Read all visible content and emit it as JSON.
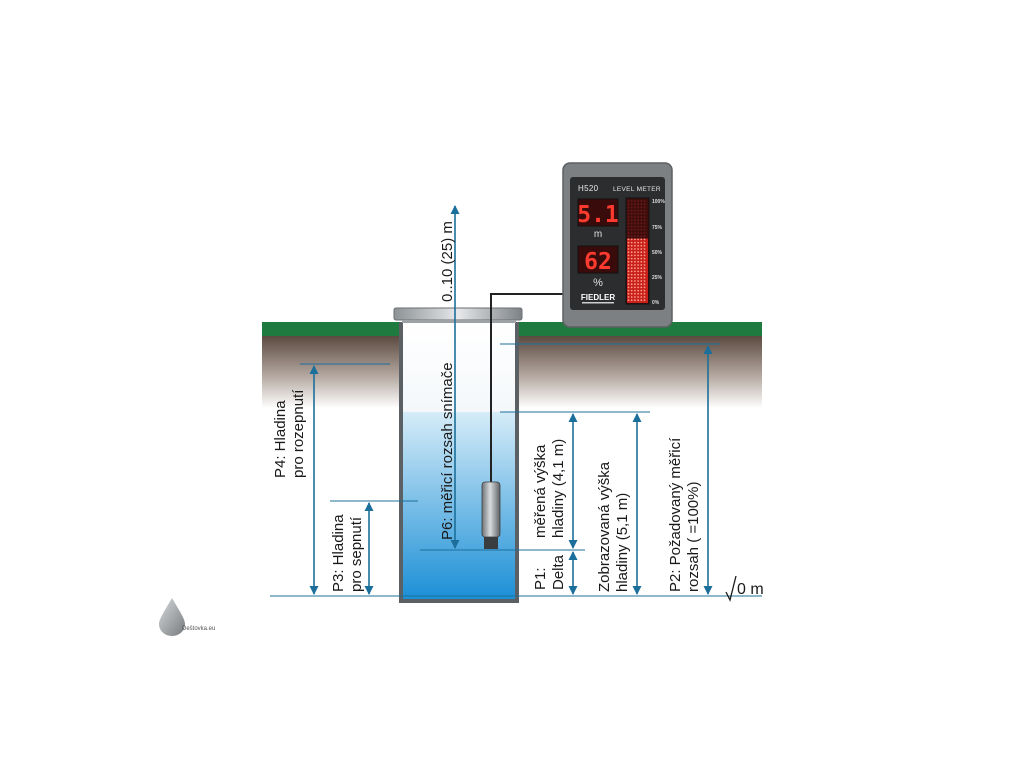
{
  "meter": {
    "model": "H520",
    "title": "LEVEL METER",
    "level_value": "5.1",
    "level_unit": "m",
    "percent_value": "62",
    "percent_unit": "%",
    "brand": "FIEDLER",
    "bar_fill_percent": 62,
    "scale": [
      "100%",
      "75%",
      "50%",
      "25%",
      "0%"
    ]
  },
  "labels": {
    "p6": "P6: měřicí rozsah snímače",
    "range": "0..10 (25) m",
    "p4_line1": "P4: Hladina",
    "p4_line2": "pro rozepnutí",
    "p3_line1": "P3: Hladina",
    "p3_line2": "pro sepnutí",
    "p1_line1": "P1:",
    "p1_line2": "Delta",
    "measured_line1": "měřená výška",
    "measured_line2": "hladiny (4,1 m)",
    "displayed_line1": "Zobrazovaná výška",
    "displayed_line2": "hladiny (5,1 m)",
    "p2_line1": "P2: Požadovaný měřicí",
    "p2_line2": "rozsah ( =100%)",
    "zero": "0 m"
  },
  "watermark": "Deštovka.eu",
  "colors": {
    "grass": "#1e7a3e",
    "arrow": "#1c6f9a",
    "water_top": "#d6ecf8",
    "water_bottom": "#1b8fd6",
    "display_red": "#ff3b2f",
    "panel": "#7c8083"
  }
}
